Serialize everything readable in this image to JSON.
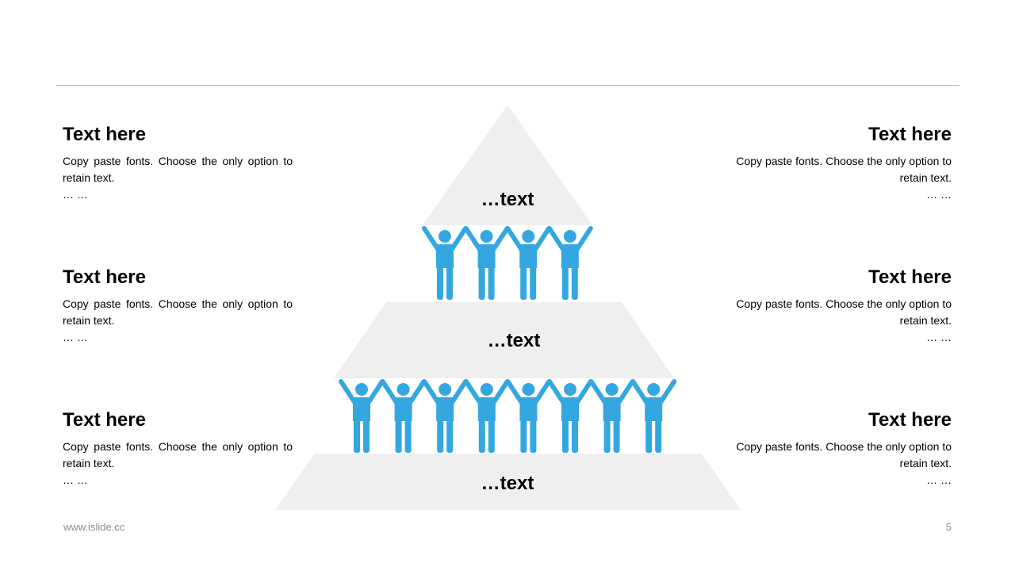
{
  "blocks": {
    "left": [
      {
        "title": "Text here",
        "body": "Copy paste fonts. Choose the only option to retain text.",
        "ellipsis": "… …"
      },
      {
        "title": "Text here",
        "body": "Copy paste fonts. Choose the only option to retain text.",
        "ellipsis": "… …"
      },
      {
        "title": "Text here",
        "body": "Copy paste fonts. Choose the only option to retain text.",
        "ellipsis": "… …"
      }
    ],
    "right": [
      {
        "title": "Text here",
        "body": "Copy paste fonts. Choose the only option to retain text.",
        "ellipsis": "… …"
      },
      {
        "title": "Text here",
        "body": "Copy paste fonts. Choose the only option to retain text.",
        "ellipsis": "… …"
      },
      {
        "title": "Text here",
        "body": "Copy paste fonts. Choose the only option to retain text.",
        "ellipsis": "… …"
      }
    ]
  },
  "pyramid": {
    "tiers": [
      {
        "label": "…text",
        "people": 4
      },
      {
        "label": "…text",
        "people": 8
      },
      {
        "label": "…text"
      }
    ],
    "colors": {
      "tier_fill": "#efefef",
      "figure": "#35a7e0"
    }
  },
  "footer": {
    "url": "www.islide.cc",
    "page": "5"
  }
}
